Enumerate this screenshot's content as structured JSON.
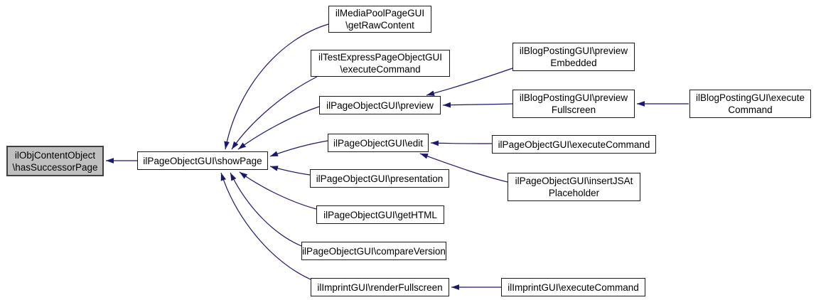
{
  "diagram": {
    "kind": "caller-graph",
    "background_color": "#ffffff",
    "edge_color": "#191970",
    "node_fill_color": "#ffffff",
    "node_border_color": "#1a1a1a",
    "highlight_fill_color": "#bfbfbf",
    "highlight_border_color": "#404040",
    "text_color": "#000000"
  },
  "nodes": {
    "hasSuccessorPage": {
      "line1": "ilObjContentObject",
      "line2": "\\hasSuccessorPage",
      "highlighted": true
    },
    "showPage": {
      "line1": "ilPageObjectGUI\\showPage"
    },
    "getRawContent": {
      "line1": "ilMediaPoolPageGUI",
      "line2": "\\getRawContent"
    },
    "testExpressExecuteCommand": {
      "line1": "ilTestExpressPageObjectGUI",
      "line2": "\\executeCommand"
    },
    "preview": {
      "line1": "ilPageObjectGUI\\preview"
    },
    "edit": {
      "line1": "ilPageObjectGUI\\edit"
    },
    "presentation": {
      "line1": "ilPageObjectGUI\\presentation"
    },
    "getHTML": {
      "line1": "ilPageObjectGUI\\getHTML"
    },
    "compareVersion": {
      "line1": "ilPageObjectGUI\\compareVersion"
    },
    "renderFullscreen": {
      "line1": "ilImprintGUI\\renderFullscreen"
    },
    "previewEmbedded": {
      "line1": "ilBlogPostingGUI\\preview",
      "line2": "Embedded"
    },
    "previewFullscreen": {
      "line1": "ilBlogPostingGUI\\preview",
      "line2": "Fullscreen"
    },
    "pageObjectExecuteCommand": {
      "line1": "ilPageObjectGUI\\executeCommand"
    },
    "insertJSAtPlaceholder": {
      "line1": "ilPageObjectGUI\\insertJSAt",
      "line2": "Placeholder"
    },
    "blogExecuteCommand": {
      "line1": "ilBlogPostingGUI\\execute",
      "line2": "Command"
    },
    "imprintExecuteCommand": {
      "line1": "ilImprintGUI\\executeCommand"
    }
  },
  "edges": [
    {
      "from": "showPage",
      "to": "hasSuccessorPage"
    },
    {
      "from": "getRawContent",
      "to": "showPage"
    },
    {
      "from": "testExpressExecuteCommand",
      "to": "showPage"
    },
    {
      "from": "preview",
      "to": "showPage"
    },
    {
      "from": "edit",
      "to": "showPage"
    },
    {
      "from": "presentation",
      "to": "showPage"
    },
    {
      "from": "getHTML",
      "to": "showPage"
    },
    {
      "from": "compareVersion",
      "to": "showPage"
    },
    {
      "from": "renderFullscreen",
      "to": "showPage"
    },
    {
      "from": "previewEmbedded",
      "to": "preview"
    },
    {
      "from": "previewFullscreen",
      "to": "preview"
    },
    {
      "from": "blogExecuteCommand",
      "to": "previewFullscreen"
    },
    {
      "from": "pageObjectExecuteCommand",
      "to": "edit"
    },
    {
      "from": "insertJSAtPlaceholder",
      "to": "edit"
    },
    {
      "from": "imprintExecuteCommand",
      "to": "renderFullscreen"
    }
  ]
}
